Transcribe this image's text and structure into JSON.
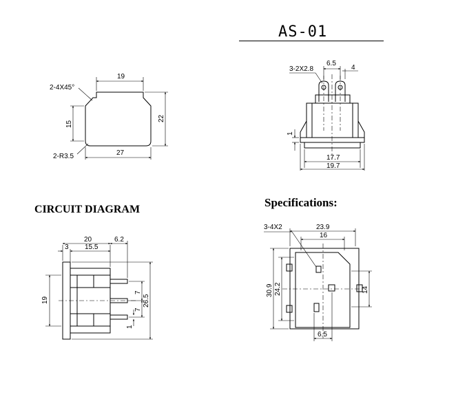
{
  "title": "AS-01",
  "headings": {
    "circuit_diagram": "CIRCUIT DIAGRAM",
    "specifications": "Specifications:"
  },
  "cutout_view": {
    "chamfer_note": "2-4X45°",
    "radius_note": "2-R3.5",
    "dim_top": "19",
    "dim_bottom": "27",
    "dim_left": "15",
    "dim_right": "22"
  },
  "side_view": {
    "terminal_note": "3-2X2.8",
    "dim_pitch": "6.5",
    "dim_terminal": "4",
    "dim_flange": "1",
    "dim_inner": "17.7",
    "dim_outer": "19.7"
  },
  "circuit_view": {
    "dim_total": "20",
    "dim_pin": "6.2",
    "dim_flange": "3",
    "dim_body": "15.5",
    "dim_height": "19",
    "dim_pitch_a": "7",
    "dim_pitch_b": "7",
    "dim_overall": "26.5",
    "dim_pin_thick": "1"
  },
  "front_view": {
    "slot_note": "3-4X2",
    "dim_width": "23.9",
    "dim_inner_width": "16",
    "dim_height_outer": "30.9",
    "dim_height_inner": "24.2",
    "dim_right": "14",
    "dim_bottom": "6.5"
  }
}
